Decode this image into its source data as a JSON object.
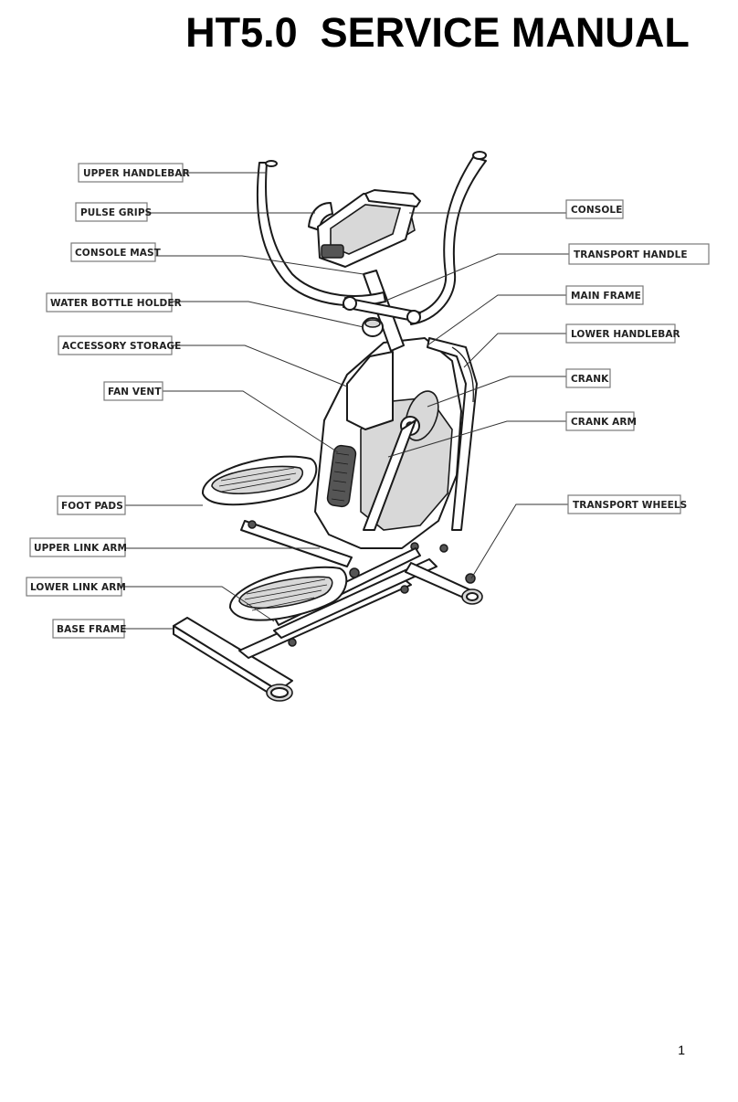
{
  "title": "HT5.0  SERVICE MANUAL",
  "page_number": "1",
  "labels": {
    "upper_handlebar": "UPPER HANDLEBAR",
    "pulse_grips": "PULSE GRIPS",
    "console_mast": "CONSOLE MAST",
    "water_bottle_holder": "WATER BOTTLE HOLDER",
    "accessory_storage": "ACCESSORY STORAGE",
    "fan_vent": "FAN VENT",
    "foot_pads": "FOOT PADS",
    "upper_link_arm": "UPPER LINK ARM",
    "lower_link_arm": "LOWER LINK ARM",
    "base_frame": "BASE FRAME",
    "console": "CONSOLE",
    "transport_handle": "TRANSPORT HANDLE",
    "main_frame": "MAIN FRAME",
    "lower_handlebar": "LOWER HANDLEBAR",
    "crank": "CRANK",
    "crank_arm": "CRANK ARM",
    "transport_wheels": "TRANSPORT WHEELS"
  }
}
